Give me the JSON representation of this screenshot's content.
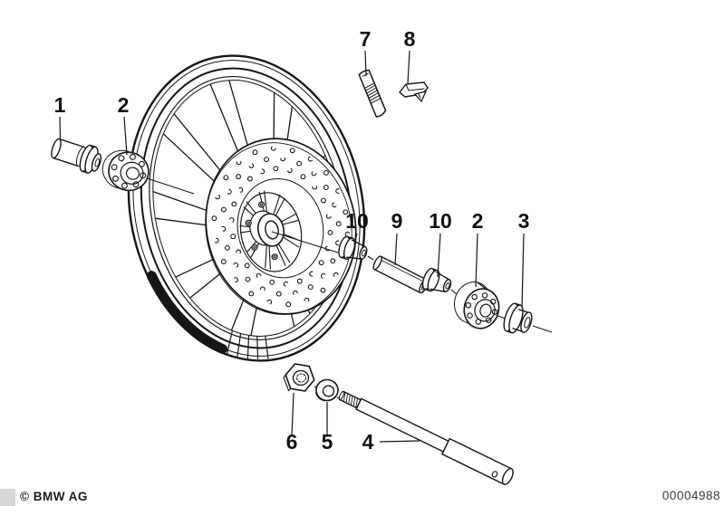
{
  "colors": {
    "background": "#ffffff",
    "ink": "#161616",
    "corner_marker": "#d8d8d8"
  },
  "callouts": [
    {
      "label": "1"
    },
    {
      "label": "2"
    },
    {
      "label": "7"
    },
    {
      "label": "8"
    },
    {
      "label": "10"
    },
    {
      "label": "9"
    },
    {
      "label": "10"
    },
    {
      "label": "2"
    },
    {
      "label": "3"
    },
    {
      "label": "6"
    },
    {
      "label": "5"
    },
    {
      "label": "4"
    }
  ],
  "footer": {
    "copyright": "© BMW AG",
    "image_number": "00004988"
  }
}
